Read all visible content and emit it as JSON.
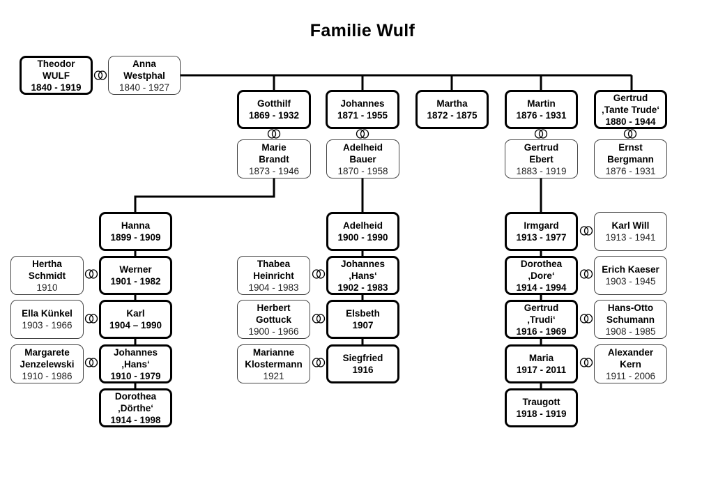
{
  "title": "Familie Wulf",
  "icons": {
    "marriage": "marriage-rings-icon"
  },
  "people": {
    "theodor": {
      "name": [
        "Theodor",
        "WULF"
      ],
      "dates": "1840 - 1919"
    },
    "anna": {
      "name": [
        "Anna",
        "Westphal"
      ],
      "dates": "1840 - 1927"
    },
    "gotthilf": {
      "name": [
        "Gotthilf"
      ],
      "dates": "1869 - 1932"
    },
    "johannes1": {
      "name": [
        "Johannes"
      ],
      "dates": "1871 - 1955"
    },
    "martha": {
      "name": [
        "Martha"
      ],
      "dates": "1872 - 1875"
    },
    "martin": {
      "name": [
        "Martin"
      ],
      "dates": "1876 - 1931"
    },
    "gertrud1": {
      "name": [
        "Gertrud",
        "‚Tante Trude‘"
      ],
      "dates": "1880 - 1944"
    },
    "marie": {
      "name": [
        "Marie",
        "Brandt"
      ],
      "dates": "1873 - 1946"
    },
    "adelheid1": {
      "name": [
        "Adelheid",
        "Bauer"
      ],
      "dates": "1870 - 1958"
    },
    "gertrudEbert": {
      "name": [
        "Gertrud",
        "Ebert"
      ],
      "dates": "1883 - 1919"
    },
    "ernst": {
      "name": [
        "Ernst",
        "Bergmann"
      ],
      "dates": "1876 - 1931"
    },
    "hanna": {
      "name": [
        "Hanna"
      ],
      "dates": "1899 - 1909"
    },
    "werner": {
      "name": [
        "Werner"
      ],
      "dates": "1901 - 1982"
    },
    "karl": {
      "name": [
        "Karl"
      ],
      "dates": "1904 – 1990"
    },
    "johannesHans1": {
      "name": [
        "Johannes",
        "‚Hans‘"
      ],
      "dates": "1910 - 1979"
    },
    "dorotheaDoerthe": {
      "name": [
        "Dorothea",
        "‚Dörthe‘"
      ],
      "dates": "1914 - 1998"
    },
    "hertha": {
      "name": [
        "Hertha",
        "Schmidt"
      ],
      "dates": "1910"
    },
    "ella": {
      "name": [
        "Ella Künkel"
      ],
      "dates": "1903 - 1966"
    },
    "margarete": {
      "name": [
        "Margarete",
        "Jenzelewski"
      ],
      "dates": "1910 - 1986"
    },
    "adelheid2": {
      "name": [
        "Adelheid"
      ],
      "dates": "1900 - 1990"
    },
    "johannesHans2": {
      "name": [
        "Johannes",
        "‚Hans‘"
      ],
      "dates": "1902 - 1983"
    },
    "elsbeth": {
      "name": [
        "Elsbeth"
      ],
      "dates": "1907"
    },
    "siegfried": {
      "name": [
        "Siegfried"
      ],
      "dates": "1916"
    },
    "thabea": {
      "name": [
        "Thabea",
        "Heinricht"
      ],
      "dates": "1904 - 1983"
    },
    "herbert": {
      "name": [
        "Herbert",
        "Gottuck"
      ],
      "dates": "1900 - 1966"
    },
    "marianne": {
      "name": [
        "Marianne",
        "Klostermann"
      ],
      "dates": "1921"
    },
    "irmgard": {
      "name": [
        "Irmgard"
      ],
      "dates": "1913 - 1977"
    },
    "dorotheaDore": {
      "name": [
        "Dorothea",
        "‚Dore‘"
      ],
      "dates": "1914 - 1994"
    },
    "gertrudTrudi": {
      "name": [
        "Gertrud",
        "‚Trudi‘"
      ],
      "dates": "1916 - 1969"
    },
    "maria": {
      "name": [
        "Maria"
      ],
      "dates": "1917 - 2011"
    },
    "traugott": {
      "name": [
        "Traugott"
      ],
      "dates": "1918 - 1919"
    },
    "karlWill": {
      "name": [
        "Karl Will"
      ],
      "dates": "1913 - 1941"
    },
    "erich": {
      "name": [
        "Erich Kaeser"
      ],
      "dates": "1903 - 1945"
    },
    "hansOtto": {
      "name": [
        "Hans-Otto",
        "Schumann"
      ],
      "dates": "1908 - 1985"
    },
    "alexander": {
      "name": [
        "Alexander",
        "Kern"
      ],
      "dates": "1911 - 2006"
    }
  }
}
